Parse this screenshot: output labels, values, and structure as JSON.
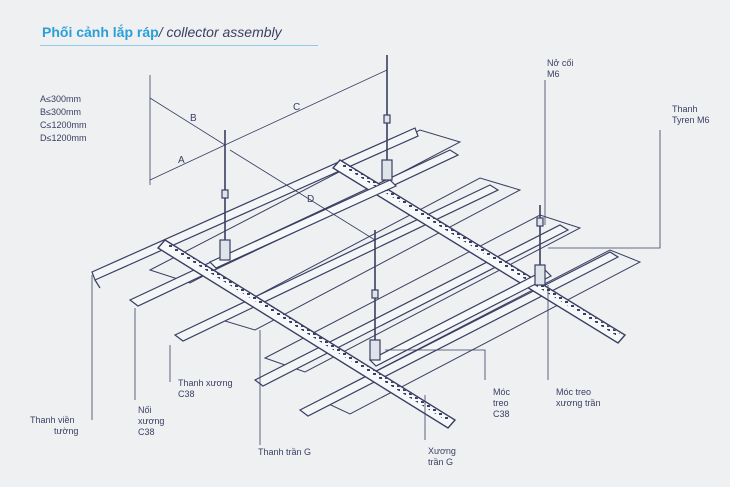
{
  "title": {
    "vietnamese": "Phối cảnh lắp ráp",
    "separator": "/",
    "english": " collector assembly"
  },
  "specs": [
    "A≤300mm",
    "B≤300mm",
    "C≤1200mm",
    "D≤1200mm"
  ],
  "dimensions": {
    "a": "A",
    "b": "B",
    "c": "C",
    "d": "D"
  },
  "labels": {
    "expansion_bolt": [
      "Nở cối",
      "M6"
    ],
    "threaded_rod": [
      "Thanh",
      "Tyren M6"
    ],
    "wall_angle": [
      "Thanh viền",
      "tường"
    ],
    "c38_splice": [
      "Nối",
      "xương",
      "C38"
    ],
    "c38_channel": [
      "Thanh xương",
      "C38"
    ],
    "g_panel": "Thanh trần G",
    "g_carrier": [
      "Xương",
      "trần G"
    ],
    "c38_hanger": [
      "Móc",
      "treo",
      "C38"
    ],
    "ceiling_hanger": [
      "Móc treo",
      "xương trần"
    ]
  },
  "colors": {
    "line": "#3a3f62",
    "accent": "#2a9fd8"
  }
}
